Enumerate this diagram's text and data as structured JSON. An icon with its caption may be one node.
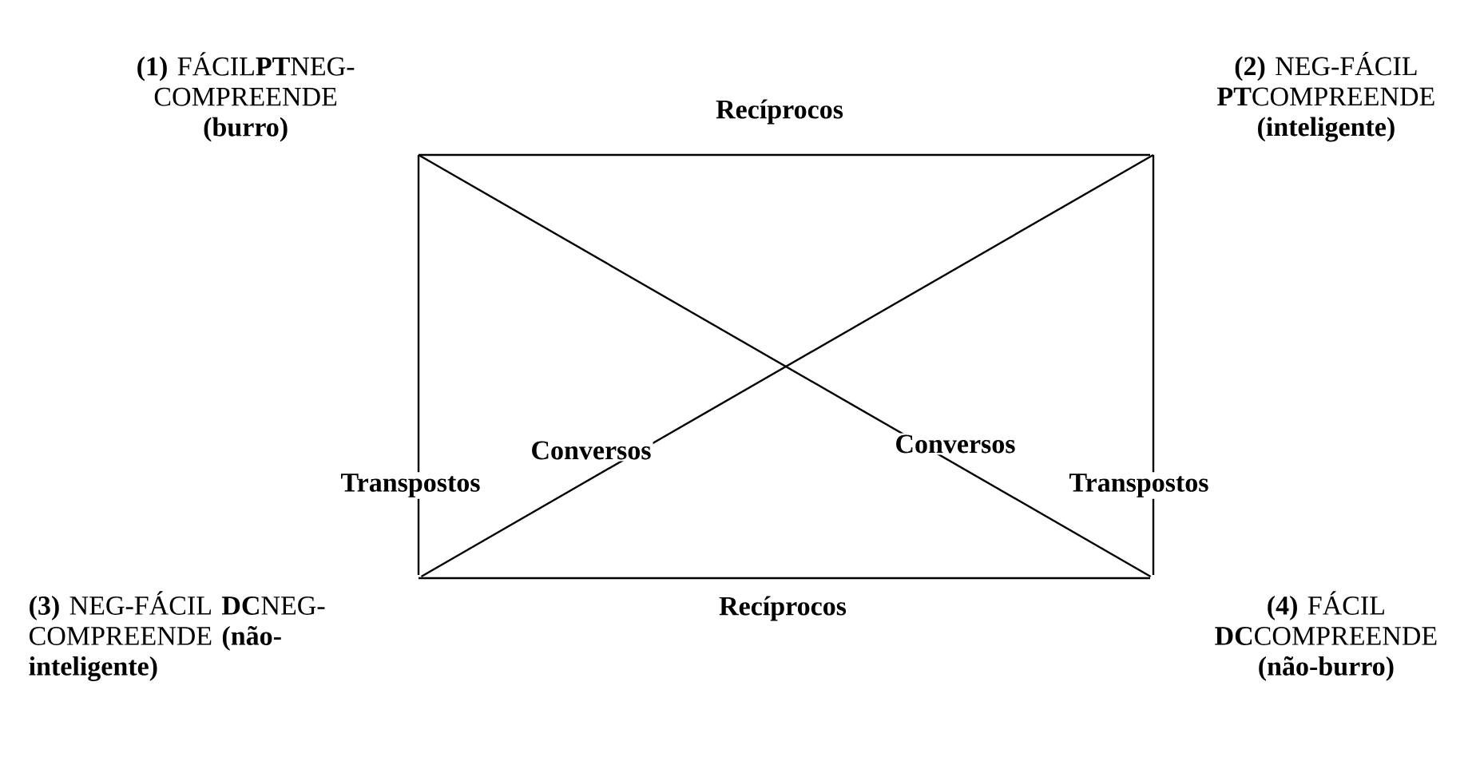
{
  "diagram": {
    "nodes": [
      {
        "text": [
          "**(1)** FÁCIL**PT**NEG- COMPREENDE",
          "(burro)"
        ]
      },
      {
        "text": [
          "**(2)** NEG-FÁCIL **PT**COMPREENDE",
          "(inteligente)"
        ]
      },
      {
        "text": [
          "**(3)** NEG-FÁCIL **DC**NEG- COMPREENDE **(não- inteligente)**"
        ]
      },
      {
        "text": [
          "**(4)** FÁCIL **DC**COMPREENDE",
          "(não-burro)"
        ]
      }
    ],
    "edges": [
      {
        "from": 0,
        "to": 1,
        "arrow": "none",
        "label": "Recíprocos"
      },
      {
        "from": 0,
        "to": 2,
        "arrow": "none",
        "label": "Transpostos"
      },
      {
        "from": 1,
        "to": 3,
        "arrow": "none",
        "label": "Transpostos"
      },
      {
        "from": 1,
        "to": 2,
        "arrow": "none",
        "label": "Conversos"
      },
      {
        "from": 0,
        "to": 3,
        "arrow": "none",
        "label": "Conversos"
      },
      {
        "from": 2,
        "to": 3,
        "arrow": "none",
        "label": "Recíprocos"
      }
    ]
  }
}
